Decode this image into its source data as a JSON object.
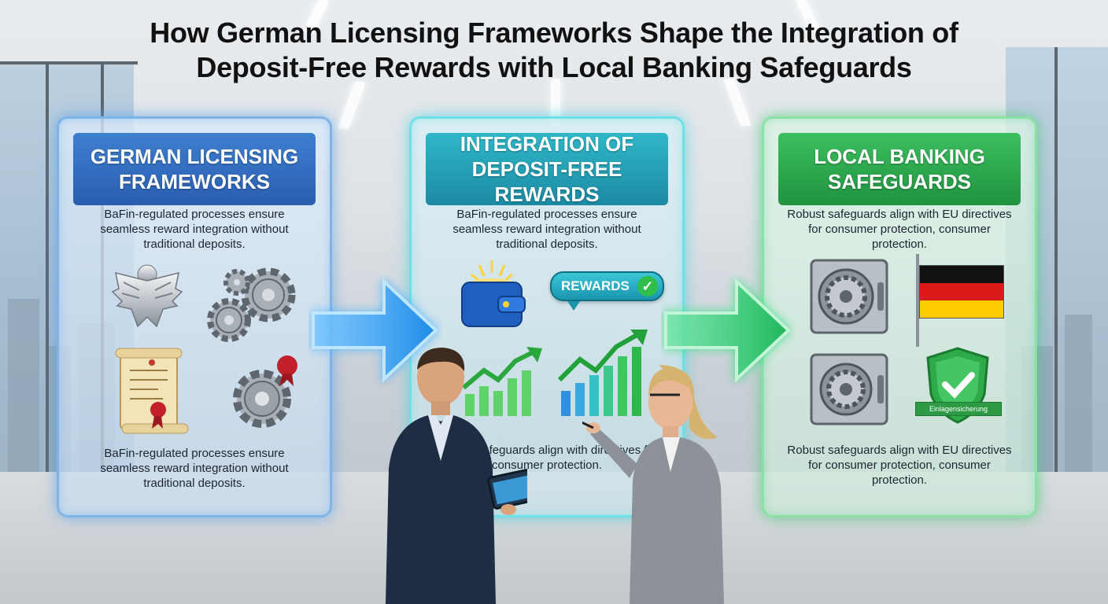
{
  "title": {
    "line1": "How German Licensing Frameworks Shape the Integration of",
    "line2": "Deposit-Free Rewards with Local Banking Safeguards"
  },
  "panels": [
    {
      "heading_line1": "GERMAN LICENSING",
      "heading_line2": "FRAMEWORKS",
      "text_top": "BaFin-regulated processes ensure seamless reward integration without traditional deposits.",
      "text_bottom": "BaFin-regulated processes ensure seamless reward integration without traditional deposits.",
      "accent": "#2a5db0"
    },
    {
      "heading_line1": "INTEGRATION OF",
      "heading_line2": "DEPOSIT-FREE REWARDS",
      "text_top": "BaFin-regulated processes ensure seamless reward integration without traditional deposits.",
      "badge": "REWARDS",
      "text_bottom": "Robust safeguards align with directives for consumer protection.",
      "accent": "#1c8aa3"
    },
    {
      "heading_line1": "LOCAL BANKING",
      "heading_line2": "SAFEGUARDS",
      "text_top": "Robust safeguards align with EU directives for consumer protection, consumer protection.",
      "shield_label": "Einlagensicherung",
      "text_bottom": "Robust safeguards align with EU directives for consumer protection, consumer protection.",
      "accent": "#20923e"
    }
  ],
  "flag_colors": [
    "#111111",
    "#dd1a1a",
    "#ffcc00"
  ]
}
